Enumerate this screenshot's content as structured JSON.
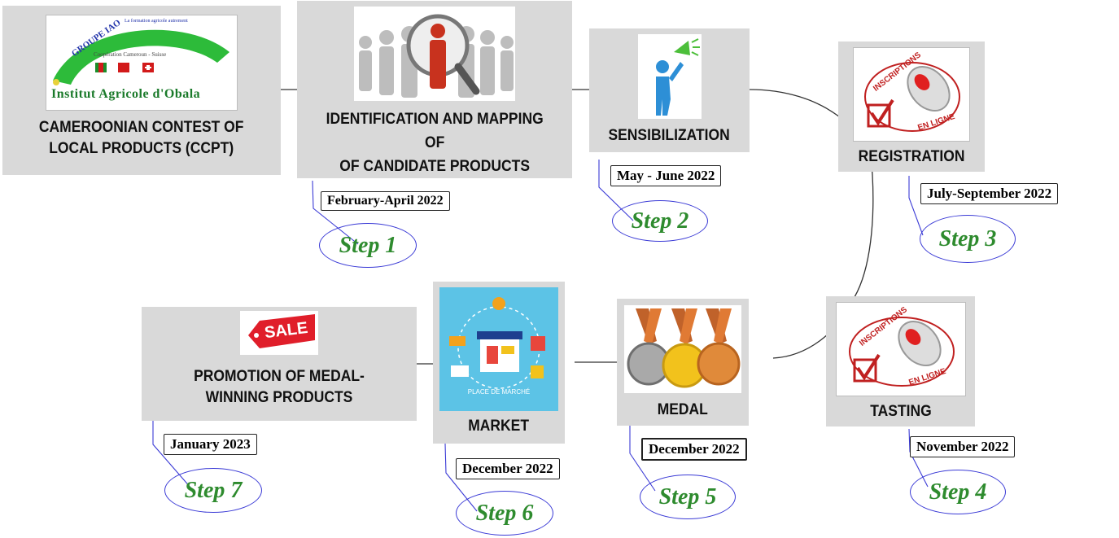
{
  "nodes": [
    {
      "id": "ccpt",
      "label": "CAMEROONIAN CONTEST OF\nLOCAL PRODUCTS  (CCPT)",
      "logo": {
        "arc_text": "GROUPE IAO",
        "tagline": "La formation agricole autrement",
        "cooperation": "Coopération Cameroun - Suisse",
        "name": "Institut Agricole d'Obala"
      }
    },
    {
      "id": "identification",
      "label": "IDENTIFICATION AND MAPPING\nOF\nOF CANDIDATE PRODUCTS",
      "date": "February-April 2022",
      "step": "Step 1"
    },
    {
      "id": "sensibilization",
      "label": "SENSIBILIZATION",
      "date": "May - June  2022",
      "step": "Step 2"
    },
    {
      "id": "registration",
      "label": "REGISTRATION",
      "date": "July-September 2022",
      "step": "Step 3",
      "img_text": {
        "top": "INSCRIPTIONS",
        "bottom": "EN LIGNE"
      }
    },
    {
      "id": "tasting",
      "label": "TASTING",
      "date": "November  2022",
      "step": "Step 4",
      "img_text": {
        "top": "INSCRIPTIONS",
        "bottom": "EN LIGNE"
      }
    },
    {
      "id": "medal",
      "label": "MEDAL",
      "date": "December  2022",
      "step": "Step 5"
    },
    {
      "id": "market",
      "label": "MARKET",
      "date": "December 2022",
      "step": "Step 6",
      "img_text": {
        "banner": "PLACE DE MARCHÉ"
      }
    },
    {
      "id": "promotion",
      "label": "PROMOTION OF MEDAL-\nWINNING PRODUCTS",
      "date": "January 2023",
      "step": "Step 7",
      "img_text": {
        "tag": "SALE"
      }
    }
  ],
  "colors": {
    "node_bg": "#d9d9d9",
    "step_text": "#2e8b2e",
    "step_ring": "#3b3bd6",
    "connector": "#333333"
  }
}
